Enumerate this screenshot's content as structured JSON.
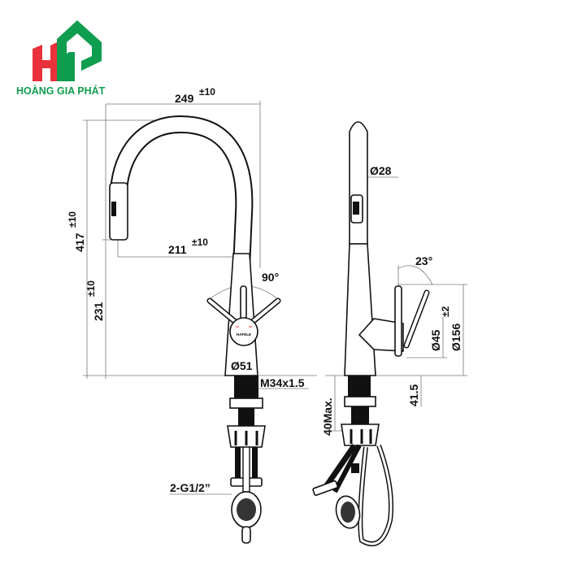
{
  "logo": {
    "brand_name": "HOÀNG GIA PHÁT",
    "colors": {
      "red": "#e8313a",
      "green": "#0f9d4f"
    }
  },
  "front_view": {
    "width_total": "249",
    "width_tol": "±10",
    "height_total": "417",
    "height_tol": "±10",
    "body_height": "231",
    "body_height_tol": "±10",
    "reach": "211",
    "reach_tol": "±10",
    "lever_angle": "90°",
    "base_diameter": "Ø51",
    "thread": "M34x1.5",
    "hose_connection": "2-G1/2”",
    "badge": "HAFELE"
  },
  "side_view": {
    "spout_diameter": "Ø28",
    "lever_tilt": "23°",
    "lever_tol": "±2",
    "lever_diameter": "Ø45",
    "lever_height": "Ø156",
    "offset": "41.5",
    "deck_thickness": "40Max."
  }
}
